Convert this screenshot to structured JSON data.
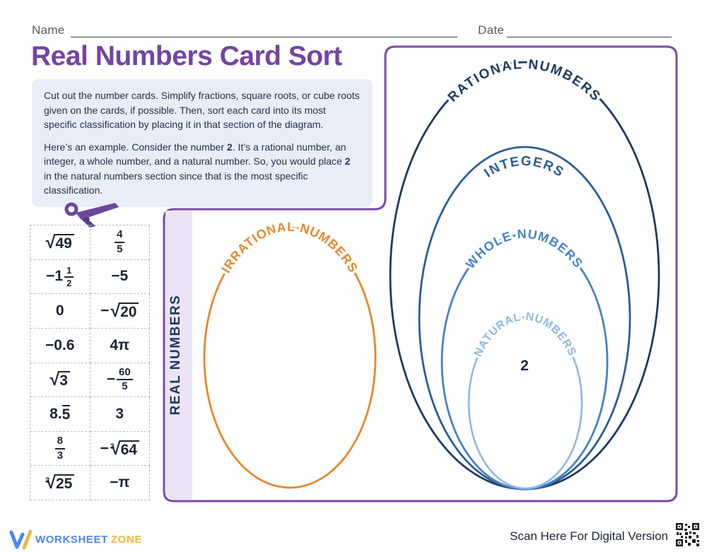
{
  "header": {
    "name_label": "Name",
    "date_label": "Date"
  },
  "title": "Real Numbers Card Sort",
  "instructions": {
    "p1": "Cut out the number cards. Simplify fractions, square roots, or cube roots given on the cards, if possible. Then, sort each card into its most specific classification by placing it in that section of the diagram.",
    "p2a": "Here’s an example. Consider the number ",
    "p2b": "2",
    "p2c": ". It’s a rational number, an integer, a whole number, and a natural number. So, you would place ",
    "p2d": "2",
    "p2e": " in the natural numbers section since that is the most specific classification."
  },
  "cards": [
    {
      "type": "sqrt",
      "value": "49"
    },
    {
      "type": "fraction",
      "num": "4",
      "den": "5"
    },
    {
      "type": "mixed",
      "whole": "−1",
      "num": "1",
      "den": "2"
    },
    {
      "type": "plain",
      "value": "−5"
    },
    {
      "type": "plain",
      "value": "0"
    },
    {
      "type": "sqrt",
      "sign": "−",
      "value": "20"
    },
    {
      "type": "plain",
      "value": "−0.6"
    },
    {
      "type": "plain",
      "value": "4π"
    },
    {
      "type": "sqrt",
      "value": "3"
    },
    {
      "type": "fraction",
      "sign": "−",
      "num": "60",
      "den": "5"
    },
    {
      "type": "overline",
      "pre": "8.",
      "over": "5"
    },
    {
      "type": "plain",
      "value": "3"
    },
    {
      "type": "fraction",
      "num": "8",
      "den": "3"
    },
    {
      "type": "cbrt",
      "sign": "−",
      "value": "64"
    },
    {
      "type": "cbrt",
      "value": "25"
    },
    {
      "type": "plain",
      "value": "−π"
    }
  ],
  "diagram": {
    "real_label": "REAL NUMBERS",
    "irrational_label": "IRRATIONAL NUMBERS",
    "rational_label": "RATIONAL NUMBERS",
    "integers_label": "INTEGERS",
    "whole_label": "WHOLE NUMBERS",
    "natural_label": "NATURAL NUMBERS",
    "example_value": "2",
    "colors": {
      "purple": "#7a4aa5",
      "lavender": "#ece4f6",
      "navy": "#1d3a5f",
      "integers_blue": "#2b5d95",
      "whole_blue": "#4583c4",
      "natural_blue": "#8fb8e0",
      "orange": "#e8872b"
    }
  },
  "footer": {
    "brand_word1": "WORKSHEET",
    "brand_word2": "ZONE",
    "scan_label": "Scan Here For Digital Version"
  }
}
